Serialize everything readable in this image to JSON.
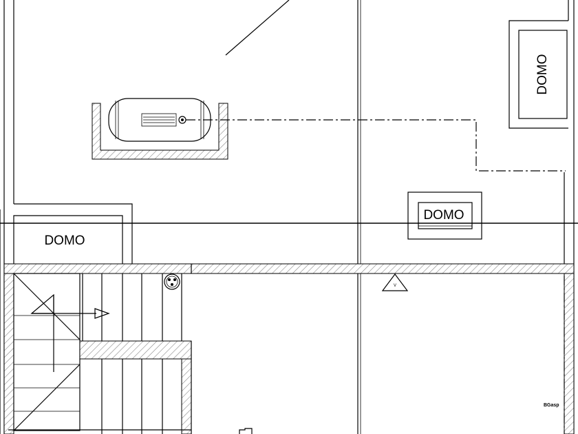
{
  "labels": {
    "domo_top_right": "DOMO",
    "domo_center": "DOMO",
    "domo_left": "DOMO",
    "small_bottom_right": "BGasp",
    "triangle_mark": "V"
  },
  "colors": {
    "line": "#000000",
    "background": "#ffffff",
    "hatch": "#888888"
  },
  "icons": {
    "water_heater": "boiler-tank-icon",
    "gas_meter": "gas-meter-icon",
    "triangle_marker": "triangle-marker-icon",
    "stair_arrow": "stair-direction-arrow-icon"
  }
}
